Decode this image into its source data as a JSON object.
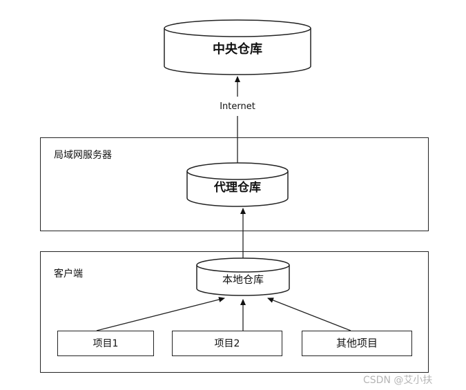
{
  "central_repo": {
    "label": "中央仓库"
  },
  "network": {
    "label": "Internet"
  },
  "lan_server": {
    "title": "局域网服务器",
    "proxy_repo": {
      "label": "代理仓库"
    }
  },
  "client": {
    "title": "客户端",
    "local_repo": {
      "label": "本地仓库"
    },
    "projects": [
      {
        "label": "项目1"
      },
      {
        "label": "项目2"
      },
      {
        "label": "其他项目"
      }
    ]
  },
  "watermark": {
    "text": "CSDN @艾小扶"
  }
}
